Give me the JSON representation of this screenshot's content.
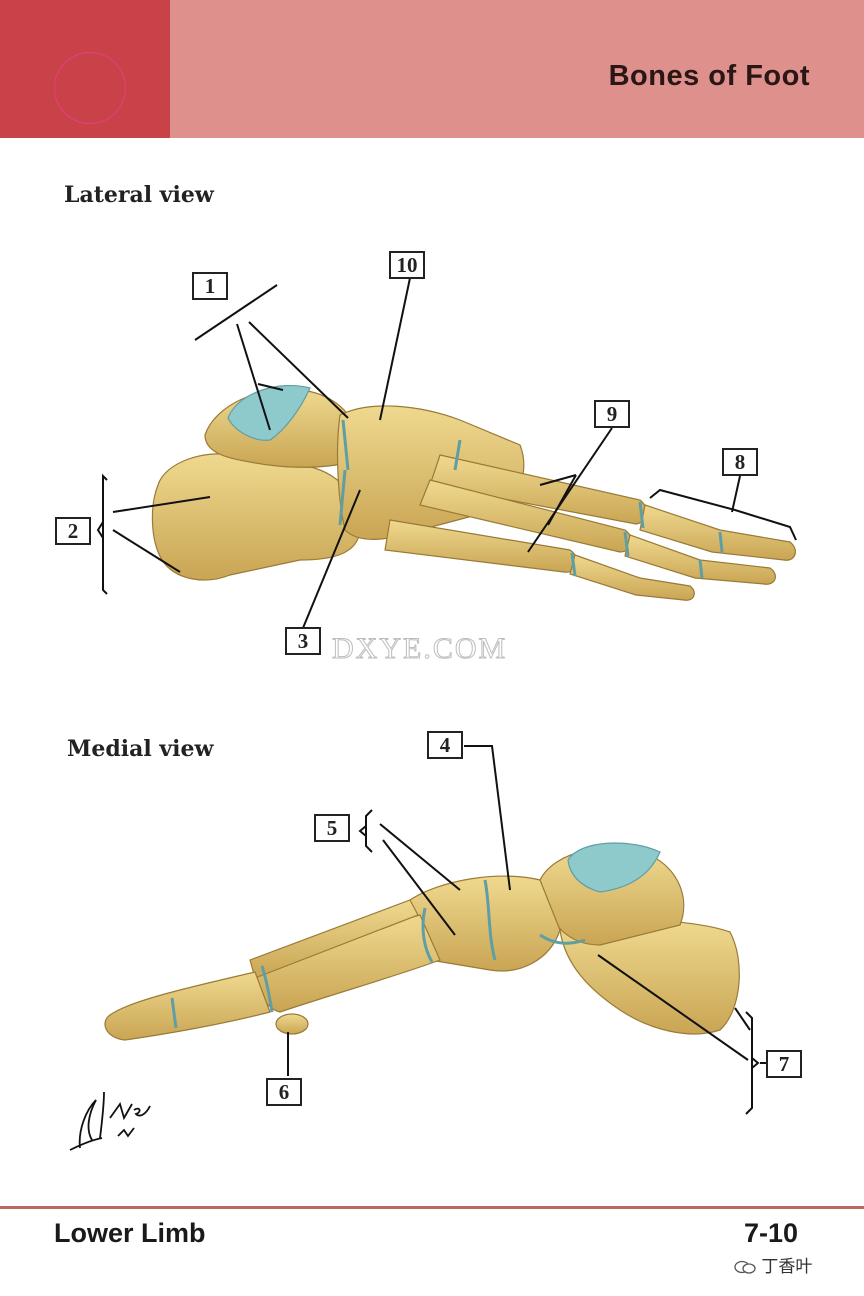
{
  "header": {
    "title": "Bones of Foot"
  },
  "views": {
    "lateral": {
      "title": "Lateral view"
    },
    "medial": {
      "title": "Medial view"
    }
  },
  "labels": [
    "1",
    "2",
    "3",
    "4",
    "5",
    "6",
    "7",
    "8",
    "9",
    "10"
  ],
  "watermark": "DXYE.COM",
  "signature": "F. Netter M.D.",
  "footer": {
    "section": "Lower Limb",
    "page": "7-10"
  },
  "social": {
    "icon": "wechat-icon",
    "account": "丁香叶"
  },
  "colors": {
    "header_dark": "#c9424a",
    "header_light": "#de908c",
    "bone": "#e4c878",
    "cartilage": "#8ec9cc"
  }
}
